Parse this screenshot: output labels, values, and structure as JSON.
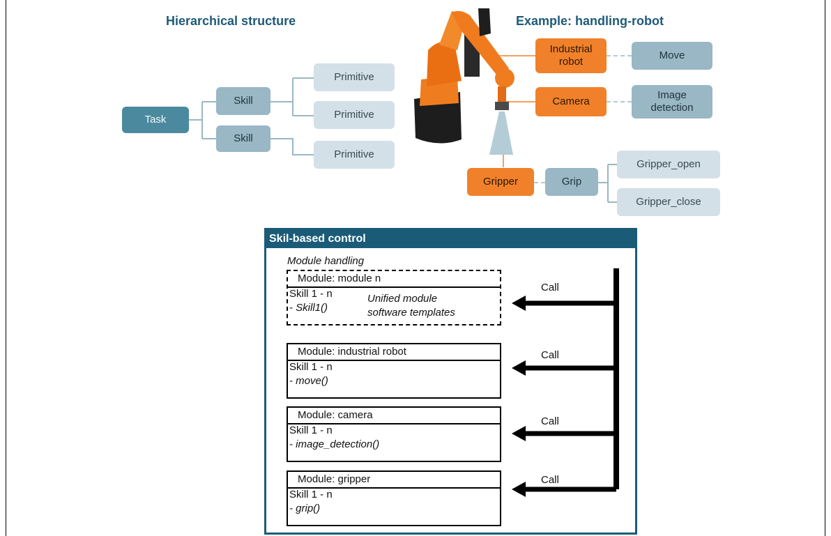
{
  "headings": {
    "left": "Hierarchical structure",
    "right": "Example: handling-robot"
  },
  "hierarchy": {
    "task": "Task",
    "skill_1": "Skill",
    "skill_2": "Skill",
    "primitive_1": "Primitive",
    "primitive_2": "Primitive",
    "primitive_3": "Primitive"
  },
  "example": {
    "industrial_robot": "Industrial robot",
    "move": "Move",
    "camera": "Camera",
    "image_detection": "Image detection",
    "gripper": "Gripper",
    "grip": "Grip",
    "gripper_open": "Gripper_open",
    "gripper_close": "Gripper_close"
  },
  "control": {
    "title": "Skil-based control",
    "subtitle": "Module handling",
    "unified": "Unified module software templates",
    "call_label": "Call",
    "modules": [
      {
        "header": "Module:  module n",
        "skill": "Skill 1 - n",
        "fn": "- Skill1()"
      },
      {
        "header": "Module: industrial robot",
        "skill": "Skill 1 - n",
        "fn": "- move()"
      },
      {
        "header": "Module: camera",
        "skill": "Skill 1 - n",
        "fn": "- image_detection()"
      },
      {
        "header": "Module: gripper",
        "skill": "Skill 1 - n",
        "fn": "- grip()"
      }
    ]
  },
  "colors": {
    "heading": "#1e5a78",
    "task": "#4b8a9e",
    "skill": "#99b7c5",
    "primitive": "#d3e0e7",
    "orange": "#f0812a",
    "panel": "#1a5c78"
  }
}
